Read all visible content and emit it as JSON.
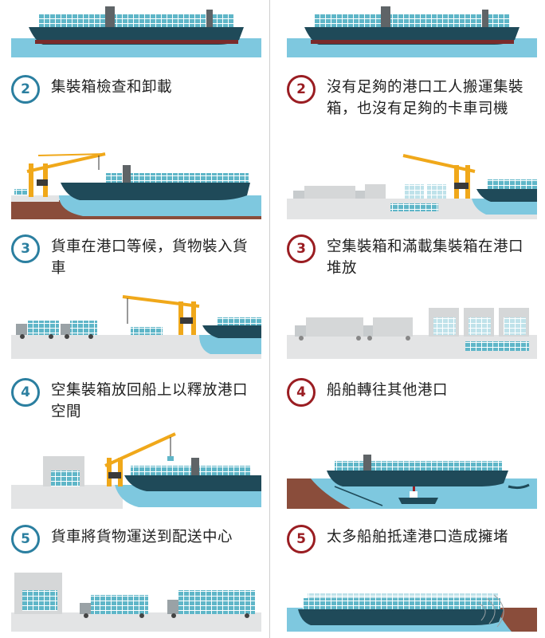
{
  "colors": {
    "normal_accent": "#2b7fa0",
    "problem_accent": "#9a1d22",
    "water": "#7ec8df",
    "hull": "#1f4a59",
    "container": "#5fb6c8",
    "crane": "#f0a81a",
    "ground": "#e3e4e5",
    "earth": "#8a4d3b"
  },
  "left": {
    "steps": [
      {
        "number": "2",
        "text": "集裝箱檢查和卸載"
      },
      {
        "number": "3",
        "text": "貨車在港口等候，貨物裝入貨車"
      },
      {
        "number": "4",
        "text": "空集裝箱放回船上以釋放港口空間"
      },
      {
        "number": "5",
        "text": "貨車將貨物運送到配送中心"
      }
    ]
  },
  "right": {
    "steps": [
      {
        "number": "2",
        "text": "沒有足夠的港口工人搬運集裝箱，也沒有足夠的卡車司機"
      },
      {
        "number": "3",
        "text": "空集裝箱和滿載集裝箱在港口堆放"
      },
      {
        "number": "4",
        "text": "船舶轉往其他港口"
      },
      {
        "number": "5",
        "text": "太多船舶抵達港口造成擁堵"
      }
    ]
  }
}
